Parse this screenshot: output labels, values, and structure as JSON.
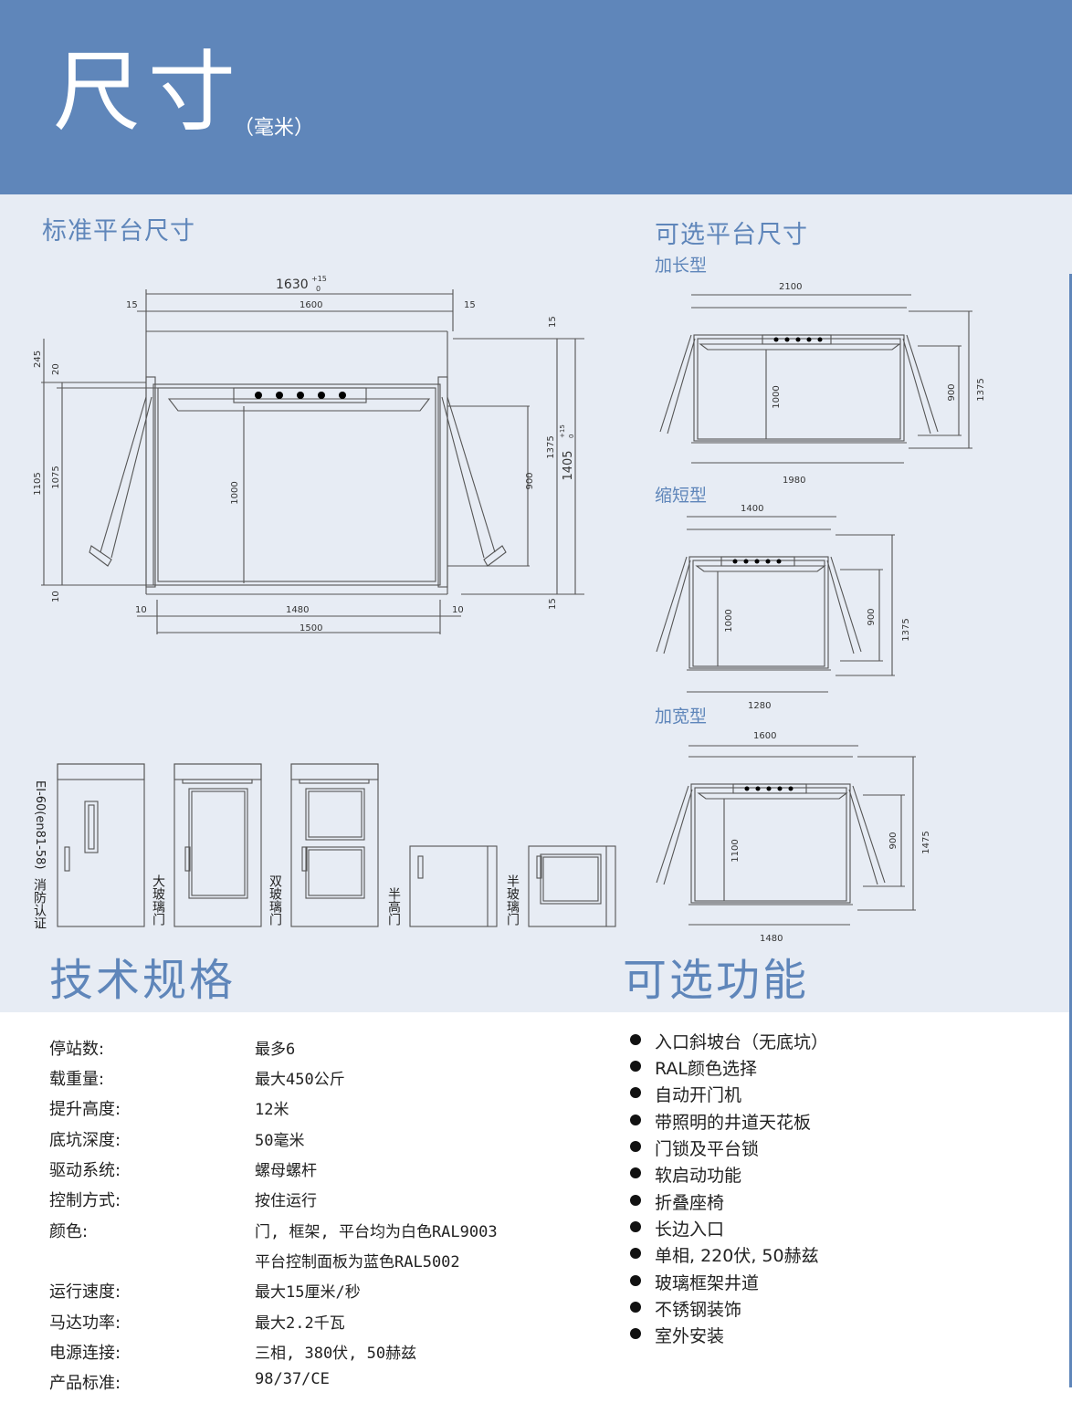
{
  "header": {
    "title": "尺寸",
    "unit": "（毫米）"
  },
  "standard": {
    "title": "标准平台尺寸",
    "dims": {
      "overall_width": "1630",
      "overall_tol_top": "+15",
      "overall_tol_bot": "0",
      "inner_width": "1600",
      "side_gap": "15",
      "depth_overall": "1405",
      "depth_tol_top": "+15",
      "depth_tol_bot": "0",
      "depth_inner": "1375",
      "top_gap": "15",
      "bottom_gap": "15",
      "left_total": "1105",
      "left_1075": "1075",
      "left_245": "245",
      "left_20": "20",
      "left_10": "10",
      "car_depth": "1000",
      "door_height": "900",
      "platform_width": "1480",
      "base_width": "1500",
      "base_gap": "10"
    }
  },
  "optional": {
    "title": "可选平台尺寸",
    "long": {
      "label": "加长型",
      "top": "2100",
      "bottom": "1980",
      "car": "1000",
      "door": "900",
      "overall": "1375"
    },
    "short": {
      "label": "缩短型",
      "top": "1400",
      "bottom": "1280",
      "car": "1000",
      "door": "900",
      "overall": "1375"
    },
    "wide": {
      "label": "加宽型",
      "top": "1600",
      "bottom": "1480",
      "car": "1100",
      "door": "900",
      "overall": "1475"
    }
  },
  "doors": {
    "cert_label": "EI-60(en81-58)",
    "cert_label2": "消防认证",
    "big_glass": "大玻璃门",
    "double_glass": "双玻璃门",
    "half_high": "半高门",
    "half_glass": "半玻璃门"
  },
  "specs": {
    "title": "技术规格",
    "rows": [
      {
        "k": "停站数:",
        "v": "最多6"
      },
      {
        "k": "载重量:",
        "v": "最大450公斤"
      },
      {
        "k": "提升高度:",
        "v": "12米"
      },
      {
        "k": "底坑深度:",
        "v": "50毫米"
      },
      {
        "k": "驱动系统:",
        "v": "螺母螺杆"
      },
      {
        "k": "控制方式:",
        "v": "按住运行"
      },
      {
        "k": "颜色:",
        "v": "门, 框架, 平台均为白色RAL9003"
      },
      {
        "k": "",
        "v": "平台控制面板为蓝色RAL5002"
      },
      {
        "k": "运行速度:",
        "v": "最大15厘米/秒"
      },
      {
        "k": "马达功率:",
        "v": "最大2.2千瓦"
      },
      {
        "k": "电源连接:",
        "v": "三相, 380伏, 50赫兹"
      },
      {
        "k": "产品标准:",
        "v": "98/37/CE"
      }
    ]
  },
  "options": {
    "title": "可选功能",
    "items": [
      "入口斜坡台（无底坑）",
      "RAL颜色选择",
      "自动开门机",
      "带照明的井道天花板",
      "门锁及平台锁",
      "软启动功能",
      "折叠座椅",
      "长边入口",
      "单相, 220伏, 50赫兹",
      "玻璃框架井道",
      "不锈钢装饰",
      "室外安装"
    ]
  }
}
